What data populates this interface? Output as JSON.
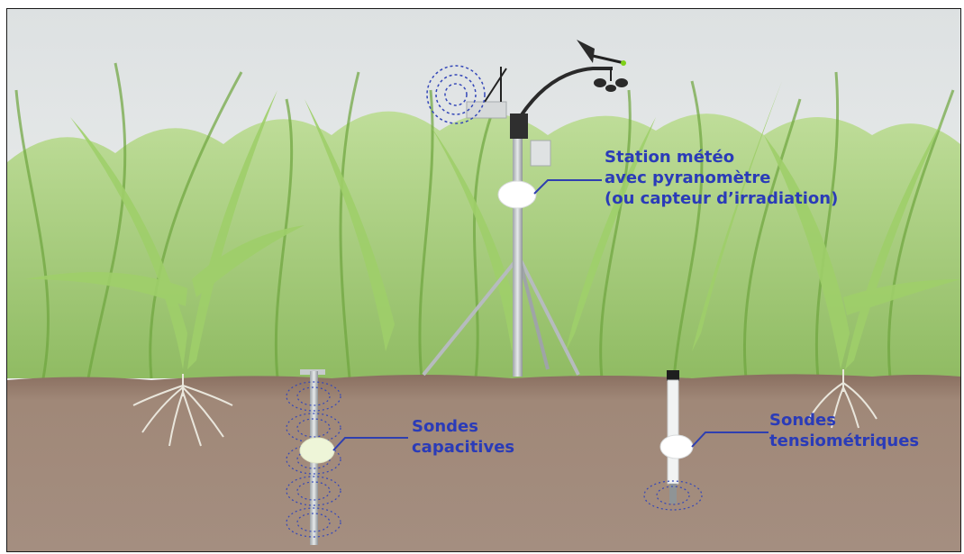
{
  "labels": {
    "station": [
      "Station météo",
      "avec pyranomètre",
      "(ou capteur d’irradiation)"
    ],
    "capacitive": [
      "Sondes",
      "capacitives"
    ],
    "tensiometric": [
      "Sondes",
      "tensiométriques"
    ]
  },
  "colors": {
    "label_text": "#2a3bb8",
    "leader_line": "#2f3fb0",
    "sky": "#e6e9ea",
    "soil": "#9b8272",
    "leaf": "#8fc55a"
  },
  "icons": [
    "weather-station-icon",
    "wind-vane-icon",
    "anemometer-icon",
    "pyranometer-icon",
    "antenna-icon",
    "wireless-signal-icon",
    "capacitive-probe-icon",
    "tensiometer-probe-icon",
    "corn-plant-icon"
  ]
}
